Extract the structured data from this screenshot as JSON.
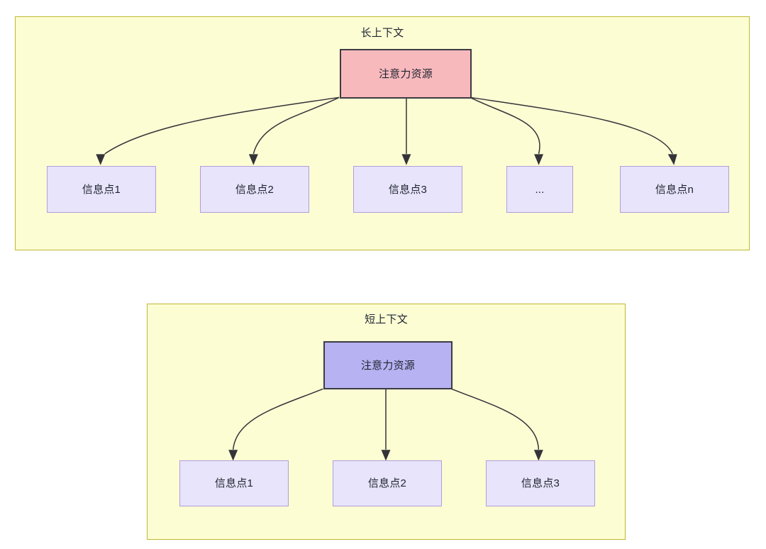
{
  "diagram": {
    "type": "attention-allocation-comparison",
    "panels": [
      {
        "id": "long-context",
        "title": "长上下文",
        "root": {
          "label": "注意力资源",
          "fill": "#f8b9bd",
          "stroke": "#3c3c42"
        },
        "children": [
          {
            "label": "信息点1"
          },
          {
            "label": "信息点2"
          },
          {
            "label": "信息点3"
          },
          {
            "label": "..."
          },
          {
            "label": "信息点n"
          }
        ],
        "child_style": {
          "fill": "#e7e4fb",
          "stroke": "#b39ddb"
        },
        "panel_style": {
          "fill": "#fdfdd4",
          "stroke": "#bfb832"
        },
        "edge_count": 5
      },
      {
        "id": "short-context",
        "title": "短上下文",
        "root": {
          "label": "注意力资源",
          "fill": "#b7b2f2",
          "stroke": "#3c3c42"
        },
        "children": [
          {
            "label": "信息点1"
          },
          {
            "label": "信息点2"
          },
          {
            "label": "信息点3"
          }
        ],
        "child_style": {
          "fill": "#e7e4fb",
          "stroke": "#b39ddb"
        },
        "panel_style": {
          "fill": "#fdfdd4",
          "stroke": "#bfb832"
        },
        "edge_count": 3
      }
    ],
    "colors": {
      "panel_fill": "#fdfdd4",
      "panel_stroke": "#bfb832",
      "attention_long_fill": "#f8b9bd",
      "attention_short_fill": "#b7b2f2",
      "info_fill": "#e7e4fb",
      "info_stroke": "#b39ddb",
      "edge_stroke": "#333338",
      "text": "#1f2430",
      "page_background": "#ffffff"
    }
  }
}
